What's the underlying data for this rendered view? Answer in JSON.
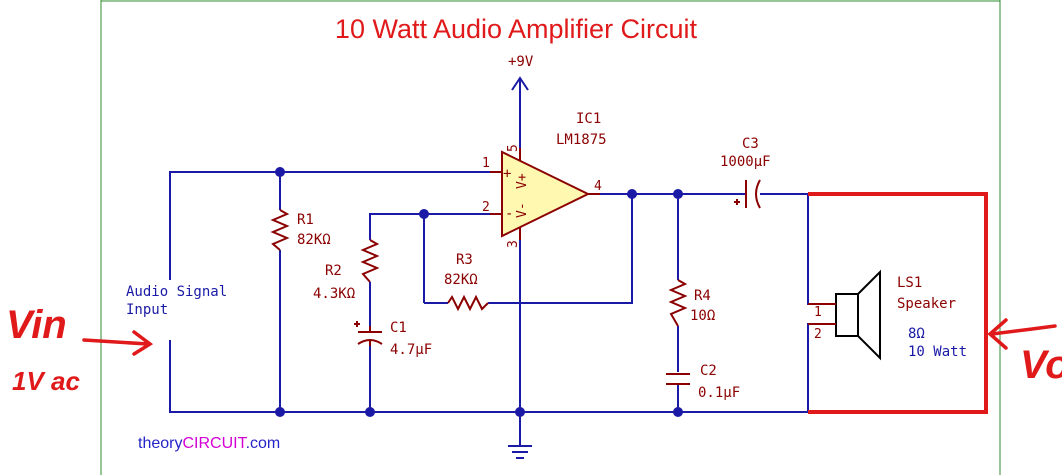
{
  "title": "10 Watt Audio Amplifier Circuit",
  "supply": "+9V",
  "ic": {
    "ref": "IC1",
    "part": "LM1875",
    "pin1": "1",
    "pin2": "2",
    "pin3": "3",
    "pin4": "4",
    "pin5": "5",
    "plus": "+",
    "minus": "-",
    "vplus": "V+",
    "vminus": "V-"
  },
  "components": {
    "r1": {
      "ref": "R1",
      "value": "82KΩ"
    },
    "r2": {
      "ref": "R2",
      "value": "4.3KΩ"
    },
    "r3": {
      "ref": "R3",
      "value": "82KΩ"
    },
    "r4": {
      "ref": "R4",
      "value": "10Ω"
    },
    "c1": {
      "ref": "C1",
      "value": "4.7µF"
    },
    "c2": {
      "ref": "C2",
      "value": "0.1µF"
    },
    "c3": {
      "ref": "C3",
      "value": "1000µF"
    },
    "ls1": {
      "ref": "LS1",
      "name": "Speaker",
      "impedance": "8Ω",
      "power": "10 Watt",
      "pin1": "1",
      "pin2": "2"
    }
  },
  "input": {
    "line1": "Audio Signal",
    "line2": "Input"
  },
  "annotations": {
    "vin": "Vin",
    "vin_amp": "1V ac",
    "vout": "Vo"
  },
  "brand": {
    "part1": "theory",
    "part2": "CIRCUIT",
    "part3": ".com"
  },
  "colors": {
    "wire": "#1a1aa6",
    "component": "#8b0000",
    "highlight": "#e0191a",
    "opamp_fill": "#fff8b0",
    "frame": "#2e8b2e",
    "brand_blue": "#2424c8",
    "brand_magenta": "#d400d4"
  }
}
